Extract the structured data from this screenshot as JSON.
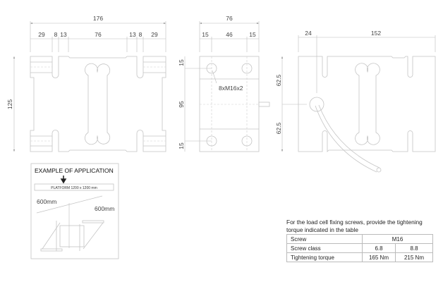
{
  "front_view": {
    "overall_width": "176",
    "segments": [
      "29",
      "8",
      "13",
      "76",
      "13",
      "8",
      "29"
    ],
    "height": "125"
  },
  "side_view": {
    "overall_width": "76",
    "segments": [
      "15",
      "46",
      "15"
    ],
    "vertical_segments": [
      "15",
      "95",
      "15"
    ],
    "hole_label": "8xM16x2"
  },
  "right_view": {
    "offset": "24",
    "width": "152",
    "vertical_segments": [
      "62.5",
      "62.5"
    ]
  },
  "application": {
    "title": "EXAMPLE OF APPLICATION",
    "platform": "PLATFORM 1200 x 1200 mm",
    "dim_left": "600mm",
    "dim_right": "600mm"
  },
  "torque": {
    "note": "For the load cell fixing screws, provide the tightening torque indicated in the table",
    "rows": [
      {
        "label": "Screw",
        "value": "M16"
      },
      {
        "label": "Screw class",
        "values": [
          "6.8",
          "8.8"
        ]
      },
      {
        "label": "Tightening torque",
        "values": [
          "165 Nm",
          "215 Nm"
        ]
      }
    ]
  }
}
